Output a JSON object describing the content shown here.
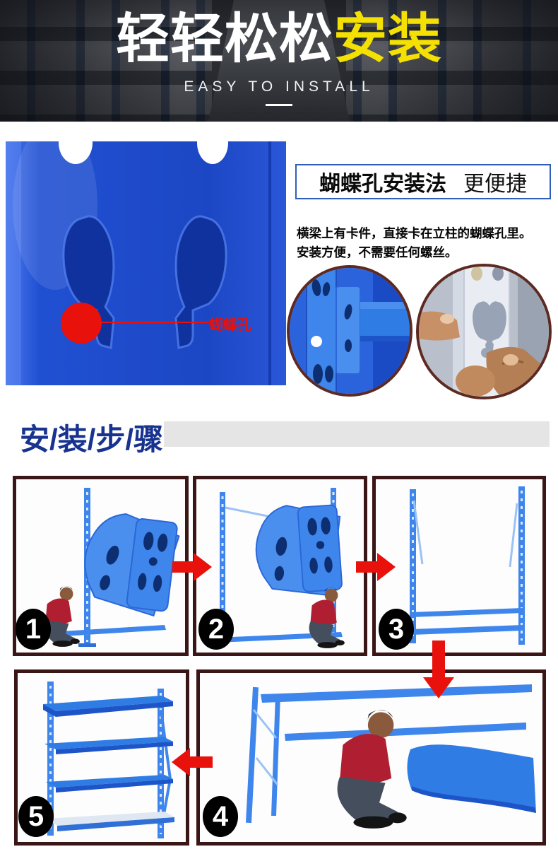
{
  "banner": {
    "title_white": "轻轻松松",
    "title_yellow": "安装",
    "subtitle": "EASY TO INSTALL"
  },
  "feature": {
    "title_main": "蝴蝶孔安装法",
    "title_sub": "更便捷",
    "desc_line1": "横梁上有卡件，直接卡在立柱的蝴蝶孔里。",
    "desc_line2": "安装方便，不需要任何螺丝。",
    "hole_label": "蝴蝶孔"
  },
  "steps": {
    "heading": "安/装/步/骤",
    "items": [
      {
        "number": "1"
      },
      {
        "number": "2"
      },
      {
        "number": "3"
      },
      {
        "number": "4"
      },
      {
        "number": "5"
      }
    ]
  },
  "colors": {
    "accent_red": "#e8110c",
    "highlight_yellow": "#f5e003",
    "heading_blue": "#17338f",
    "post_blue": "#1c47c4",
    "frame_border": "#3a1616",
    "circle_border": "#5d2a22",
    "bar_gray": "#e5e5e5"
  }
}
